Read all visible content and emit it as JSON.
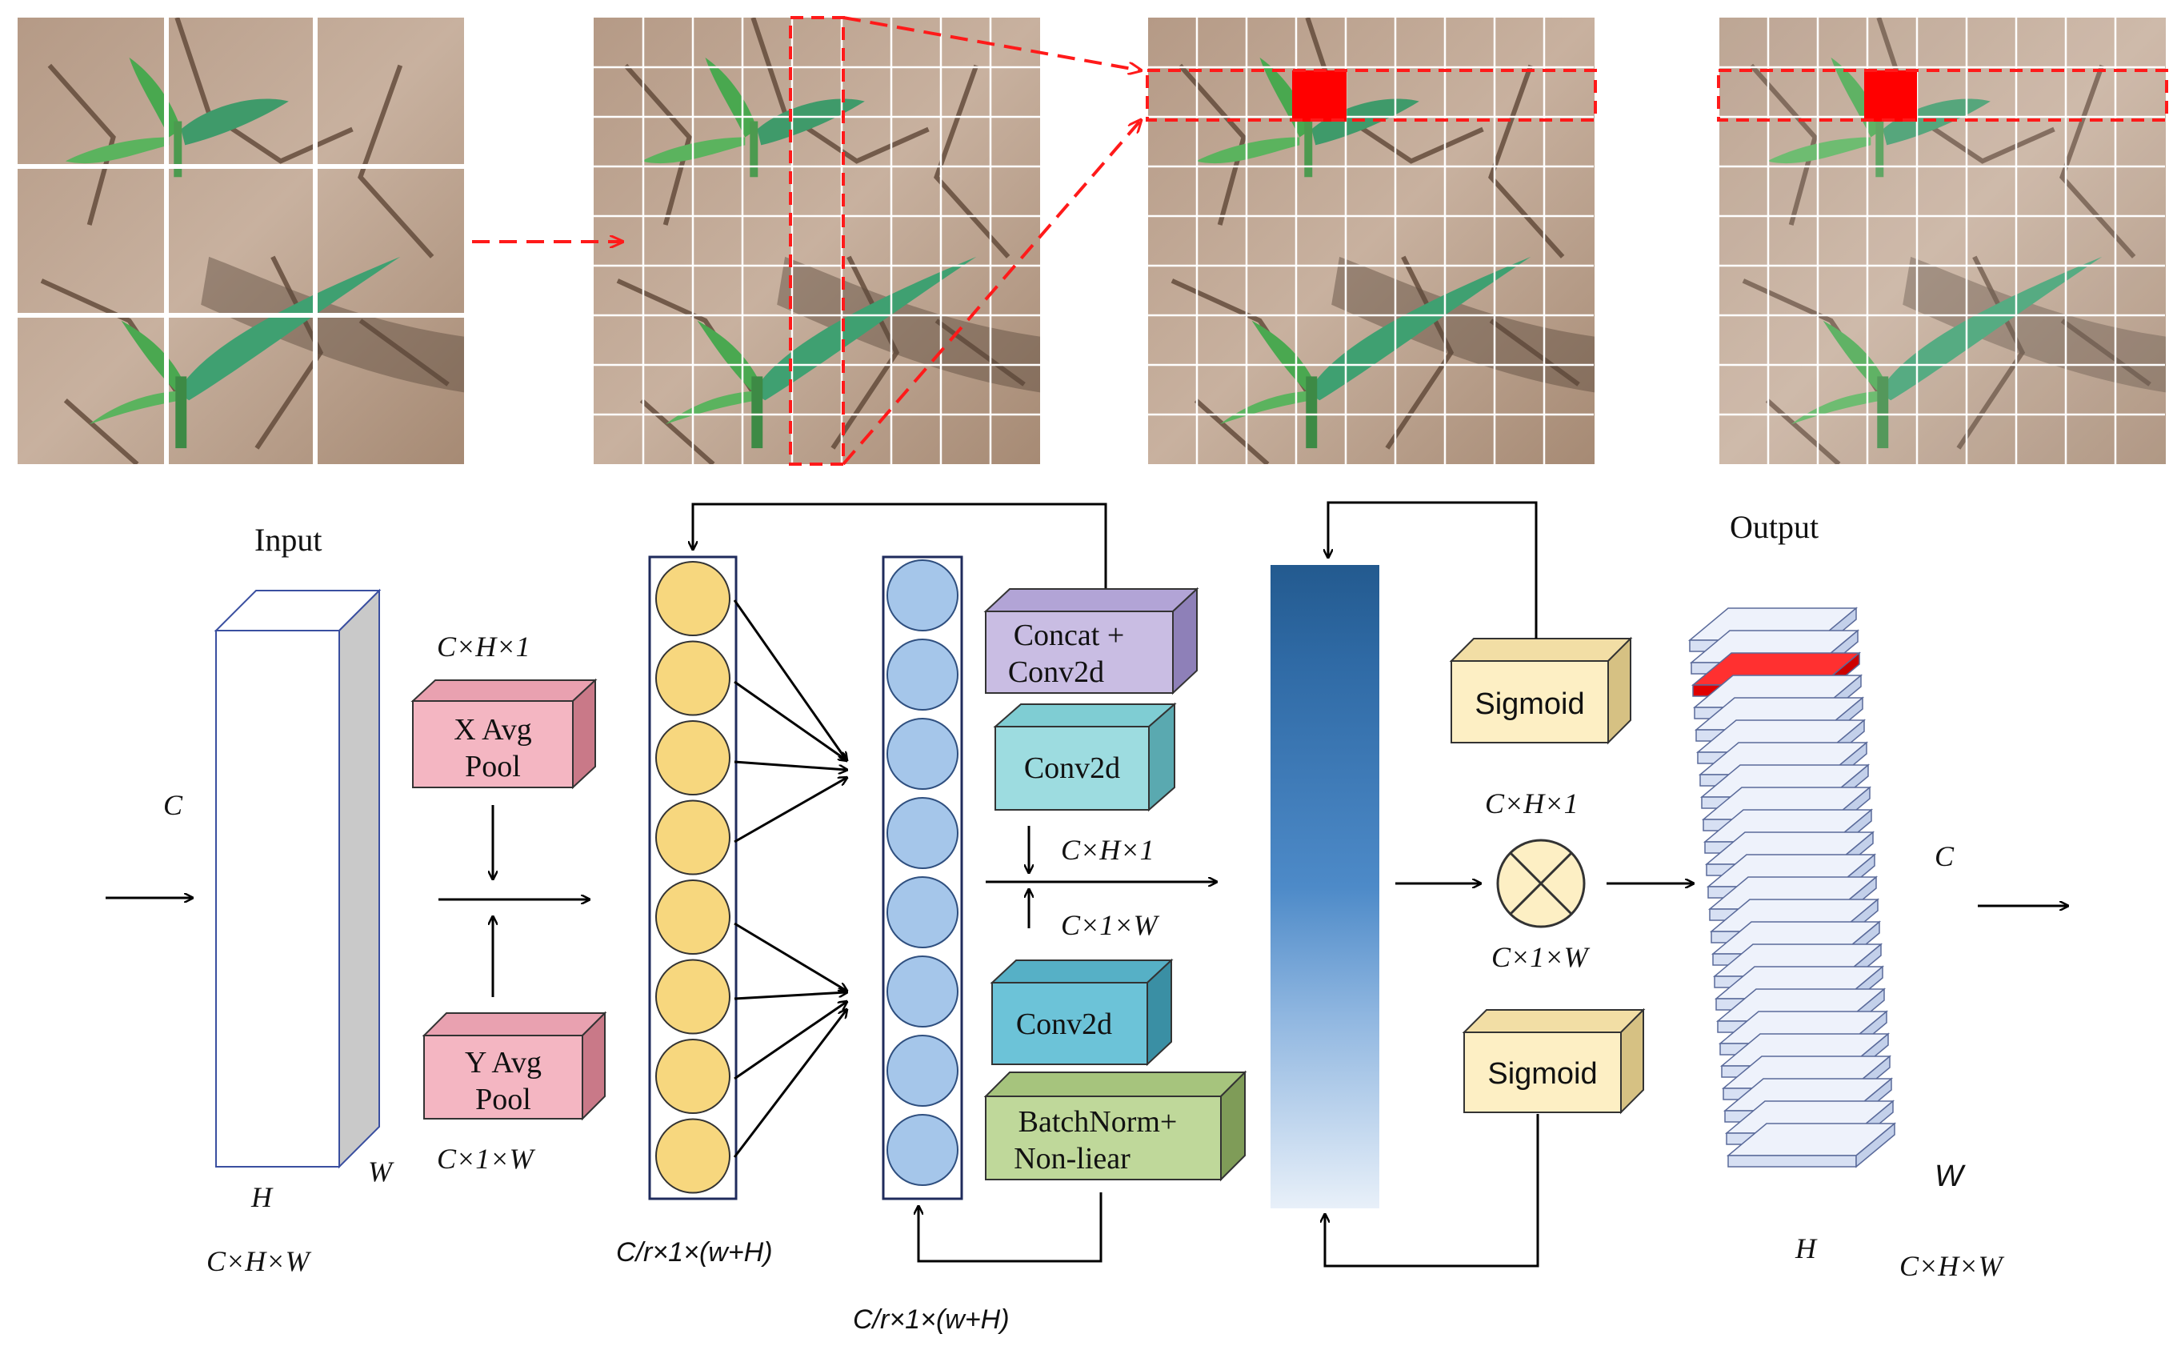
{
  "labels": {
    "input": "Input",
    "output": "Output",
    "input_c": "C",
    "input_h": "H",
    "input_w": "W",
    "input_dims": "C×H×W",
    "x_pool_dims": "C×H×1",
    "y_pool_dims": "C×1×W",
    "mid_h_dims": "C×H×1",
    "mid_w_dims": "C×1×W",
    "mul_h_dims": "C×H×1",
    "mul_w_dims": "C×1×W",
    "feat_dims_1": "C/r×1×(w+H)",
    "feat_dims_2": "C/r×1×(w+H)",
    "output_c": "C",
    "output_w": "W",
    "output_h": "H",
    "output_dims": "C×H×W"
  },
  "blocks": {
    "x_avg_pool": [
      "X Avg",
      "Pool"
    ],
    "y_avg_pool": [
      "Y Avg",
      "Pool"
    ],
    "concat_conv": [
      "Concat +",
      "Conv2d"
    ],
    "conv2d_top": "Conv2d",
    "conv2d_bottom": "Conv2d",
    "batchnorm": [
      "BatchNorm+",
      "Non-liear"
    ],
    "sigmoid_top": "Sigmoid",
    "sigmoid_bottom": "Sigmoid",
    "multiply_symbol": "⊗"
  },
  "colors": {
    "pool_pink": "#f4b6c2",
    "concat_purple": "#c9bde3",
    "conv_teal": "#9ddce0",
    "conv_blue": "#6cc3d8",
    "batchnorm_green": "#bfd89a",
    "sigmoid_cream": "#fdefc4",
    "node_yellow": "#f7d77e",
    "node_blue": "#a5c6ea",
    "highlight_red": "#ff0000",
    "grid_line": "#ffffff",
    "dash_red": "#ff1a1a"
  }
}
